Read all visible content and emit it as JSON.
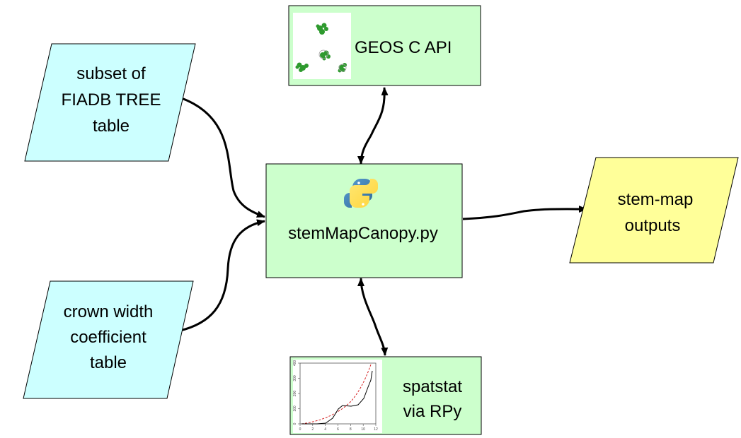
{
  "nodes": {
    "tree_table": {
      "lines": [
        "subset of",
        "FIADB TREE",
        "table"
      ]
    },
    "crown_width": {
      "lines": [
        "crown width",
        "coefficient",
        "table"
      ]
    },
    "geos": {
      "label": "GEOS C API",
      "icon": "canopy-polygons-icon"
    },
    "main": {
      "label": "stemMapCanopy.py",
      "icon": "python-logo-icon"
    },
    "spatstat": {
      "lines": [
        "spatstat",
        "via RPy"
      ],
      "icon": "k-function-plot-icon"
    },
    "outputs": {
      "lines": [
        "stem-map",
        "outputs"
      ]
    }
  },
  "thumbnail_plot": {
    "x_ticks": [
      "0",
      "2",
      "4",
      "6",
      "8",
      "10",
      "12"
    ],
    "y_ticks": [
      "0",
      "100",
      "200",
      "300",
      "400"
    ]
  },
  "colors": {
    "process_fill": "#ccffcc",
    "input_fill": "#ccffff",
    "output_fill": "#ffff99",
    "edge": "#000000",
    "canopy_green": "#2e9a2e"
  }
}
